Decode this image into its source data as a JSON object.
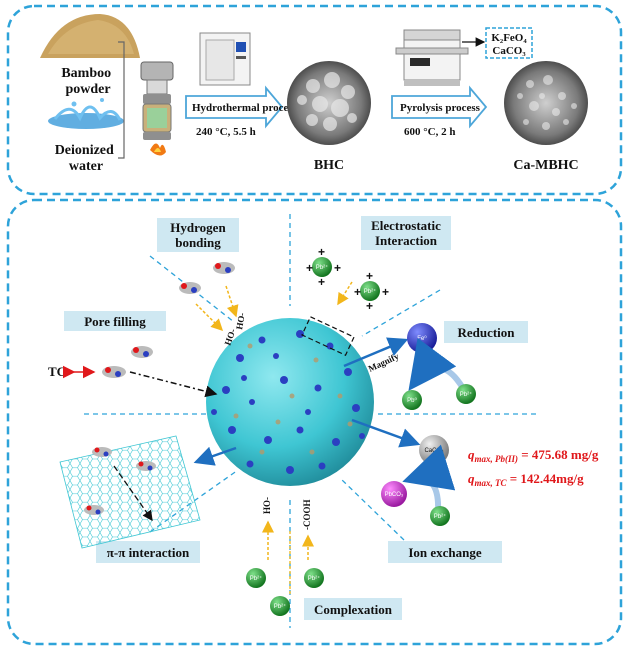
{
  "top_panel": {
    "bamboo_powder": "Bamboo\npowder",
    "deionized_water": "Deionized\nwater",
    "hydrothermal_process": "Hydrothermal process",
    "hydrothermal_conditions": "240 °C, 5.5 h",
    "bhc": "BHC",
    "reagent_1": "K₂FeO₄",
    "reagent_2": "CaCO₃",
    "pyrolysis_process": "Pyrolysis process",
    "pyrolysis_conditions": "600 °C, 2 h",
    "product": "Ca-MBHC"
  },
  "bottom_panel": {
    "hydrogen_bonding": "Hydrogen\nbonding",
    "electrostatic": "Electrostatic\nInteraction",
    "pore_filling": "Pore filling",
    "reduction": "Reduction",
    "pi_pi": "π-π interaction",
    "ion_exchange": "Ion exchange",
    "complexation": "Complexation",
    "tc_label": "TC",
    "magnify": "Magnify",
    "ho_label_1": "HO-",
    "ho_label_2": "HO-",
    "ho_label_3": "HO-",
    "cooh_label": "-COOH",
    "fe0": "Fe⁰",
    "pb0": "Pb⁰",
    "pb2": "Pb²⁺",
    "caco3": "CaCO₃",
    "pbco3": "PbCO₃",
    "qmax_pb_sym": "q",
    "qmax_pb_sub": "max, Pb(II)",
    "qmax_pb_val": " = 475.68 mg/g",
    "qmax_tc_sym": "q",
    "qmax_tc_sub": "max, TC",
    "qmax_tc_val": " = 142.44mg/g"
  },
  "colors": {
    "frame": "#2ea3d9",
    "label_box": "#cfe8f2",
    "sphere": "#3fc6d3",
    "blue_dot": "#2b3fc1",
    "green_ion": "#1e9a2e",
    "red_text": "#e0181b",
    "yellow_arrow": "#f2b61b"
  }
}
